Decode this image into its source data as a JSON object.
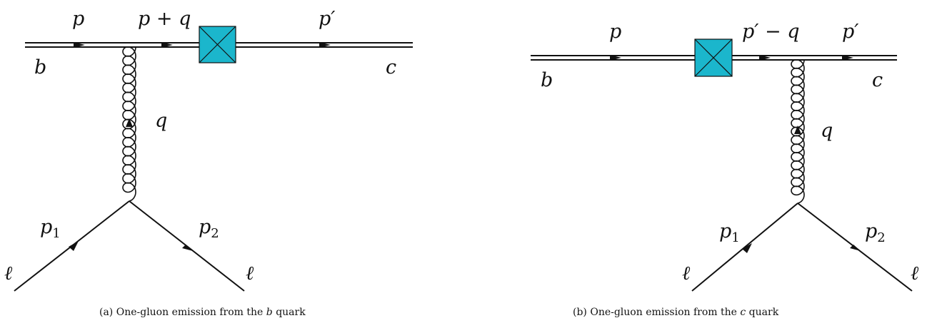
{
  "diagrams": [
    {
      "caption_prefix": "(a) One-gluon emission from the ",
      "caption_quark": "b",
      "caption_suffix": " quark",
      "labels": {
        "p": "p",
        "p_plus_q": "p + q",
        "p_prime": "p′",
        "b": "b",
        "c": "c",
        "q": "q",
        "p1": "p",
        "p1_sub": "1",
        "p2": "p",
        "p2_sub": "2",
        "l_left": "ℓ",
        "l_right": "ℓ"
      }
    },
    {
      "caption_prefix": "(b) One-gluon emission from the ",
      "caption_quark": "c",
      "caption_suffix": " quark",
      "labels": {
        "p": "p",
        "p_prime_minus_q": "p′ − q",
        "p_prime": "p′",
        "b": "b",
        "c": "c",
        "q": "q",
        "p1": "p",
        "p1_sub": "1",
        "p2": "p",
        "p2_sub": "2",
        "l_left": "ℓ",
        "l_right": "ℓ"
      }
    }
  ],
  "colors": {
    "vertex_box": "#1bb6cc",
    "line": "#111111"
  },
  "icons": [
    "current-vertex-icon",
    "gluon-propagator",
    "fermion-arrow"
  ]
}
